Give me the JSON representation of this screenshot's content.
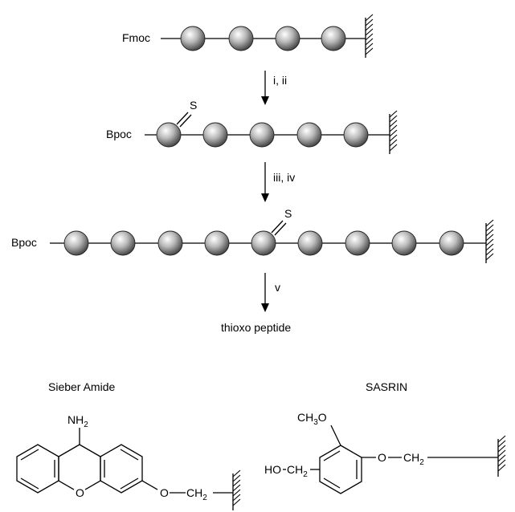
{
  "scheme": {
    "row1": {
      "protecting_group": "Fmoc",
      "bead_count": 4
    },
    "step1": {
      "reagents": "i, ii"
    },
    "row2": {
      "protecting_group": "Bpoc",
      "bead_count": 5,
      "thio_label": "S",
      "thio_bead_index": 0
    },
    "step2": {
      "reagents": "iii, iv"
    },
    "row3": {
      "protecting_group": "Bpoc",
      "bead_count": 9,
      "thio_label": "S",
      "thio_bead_index": 4
    },
    "step3": {
      "reagents": "v"
    },
    "product": "thioxo peptide"
  },
  "linkers": {
    "sieber": {
      "name": "Sieber Amide",
      "amine": "NH",
      "amine_sub": "2",
      "ring_o": "O",
      "ether_o": "O",
      "ch": "CH",
      "ch_sub": "2"
    },
    "sasrin": {
      "name": "SASRIN",
      "methoxy": "CH",
      "methoxy_sub": "3",
      "methoxy_o": "O",
      "hydroxyl": "HO",
      "ch_left": "CH",
      "ch_left_sub": "2",
      "ether_o": "O",
      "ch_right": "CH",
      "ch_right_sub": "2"
    }
  }
}
